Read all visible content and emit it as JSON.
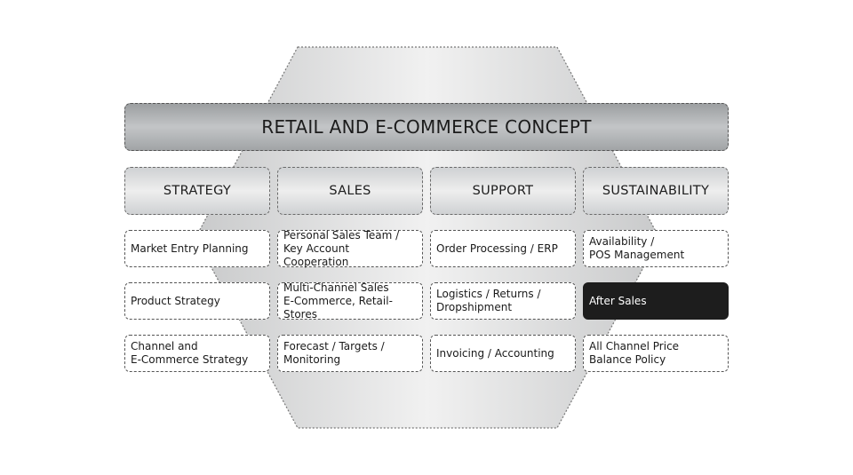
{
  "title": "RETAIL AND E-COMMERCE CONCEPT",
  "colors": {
    "title_bar": "#a8abad",
    "header_fill": "#e4e5e6",
    "hexagon_fill": "#e2e3e4",
    "highlight_fill": "#1d1d1d",
    "highlight_text": "#ffffff"
  },
  "columns": [
    {
      "header": "STRATEGY",
      "items": [
        {
          "text": "Market Entry Planning"
        },
        {
          "text": "Product Strategy"
        },
        {
          "text": "Channel and\nE-Commerce Strategy"
        }
      ]
    },
    {
      "header": "SALES",
      "items": [
        {
          "text": "Personal Sales Team /\nKey Account Cooperation"
        },
        {
          "text": "Multi-Channel Sales\nE-Commerce, Retail-Stores"
        },
        {
          "text": "Forecast / Targets /\nMonitoring"
        }
      ]
    },
    {
      "header": "SUPPORT",
      "items": [
        {
          "text": "Order Processing / ERP"
        },
        {
          "text": "Logistics / Returns /\nDropshipment"
        },
        {
          "text": "Invoicing / Accounting"
        }
      ]
    },
    {
      "header": "SUSTAINABILITY",
      "items": [
        {
          "text": "Availability /\nPOS Management"
        },
        {
          "text": "After Sales",
          "highlighted": true
        },
        {
          "text": "All Channel Price\nBalance Policy"
        }
      ]
    }
  ]
}
